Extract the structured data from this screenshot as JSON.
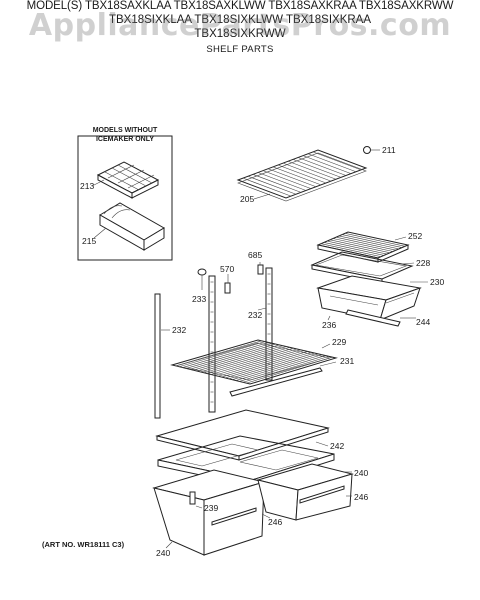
{
  "header": {
    "models_line1": "MODEL(S) TBX18SAXKLAA  TBX18SAXKLWW  TBX18SAXKRAA  TBX18SAXKRWW",
    "models_line2": "TBX18SIXKLAA  TBX18SIXKLWW  TBX18SIXKRAA",
    "models_line3": "TBX18SIXKRWW",
    "section_title": "SHELF PARTS"
  },
  "watermark": "AppliancePartsPros.com",
  "inset_note": {
    "line1": "MODELS WITHOUT",
    "line2": "ICEMAKER ONLY"
  },
  "part_labels": {
    "p211": "211",
    "p205": "205",
    "p213": "213",
    "p215": "215",
    "p252": "252",
    "p228": "228",
    "p230": "230",
    "p244": "244",
    "p236": "236",
    "p685": "685",
    "p570": "570",
    "p233": "233",
    "p232a": "232",
    "p232b": "232",
    "p229": "229",
    "p231": "231",
    "p242": "242",
    "p240a": "240",
    "p246a": "246",
    "p239": "239",
    "p246b": "246",
    "p240b": "240"
  },
  "art_number": "(ART NO. WR18111 C3)"
}
